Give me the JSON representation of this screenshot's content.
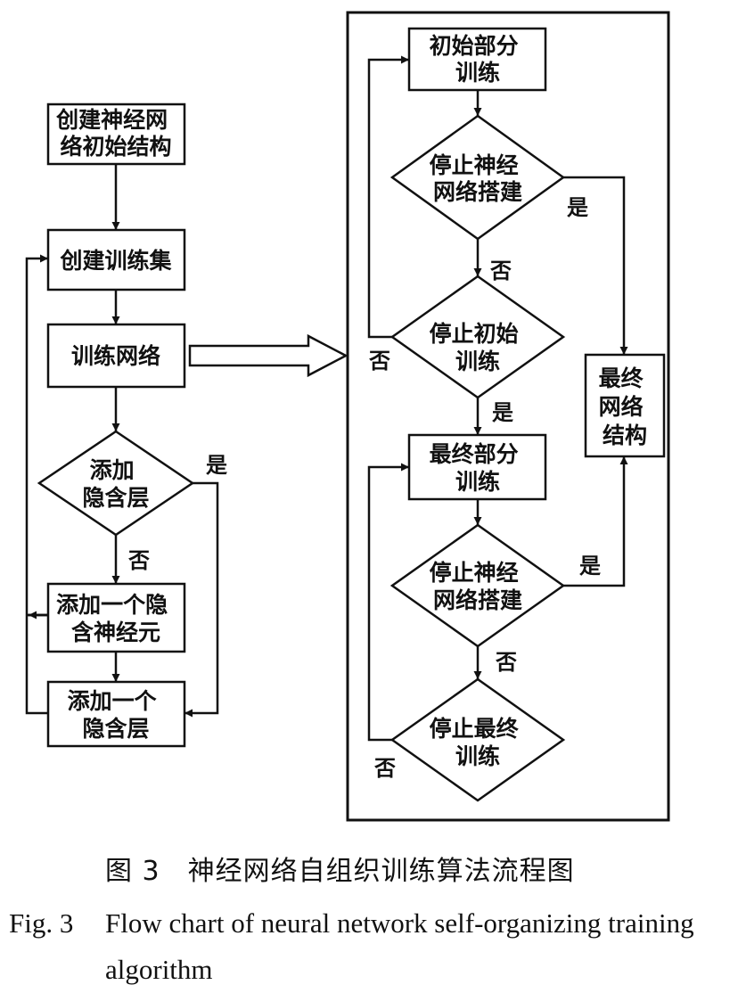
{
  "nodes": {
    "create_initial": [
      "创建神经网",
      "络初始结构"
    ],
    "create_trainset": [
      "创建训练集"
    ],
    "train_network": [
      "训练网络"
    ],
    "add_hidden_layer_q": [
      "添加",
      "隐含层"
    ],
    "add_neuron": [
      "添加一个隐",
      "含神经元"
    ],
    "add_layer": [
      "添加一个",
      "隐含层"
    ],
    "initial_partial_training": [
      "初始部分",
      "训练"
    ],
    "stop_build_q1": [
      "停止神经",
      "网络搭建"
    ],
    "stop_initial_q": [
      "停止初始",
      "训练"
    ],
    "final_partial_training": [
      "最终部分",
      "训练"
    ],
    "stop_build_q2": [
      "停止神经",
      "网络搭建"
    ],
    "stop_final_q": [
      "停止最终",
      "训练"
    ],
    "final_structure": [
      "最终",
      "网络",
      "结构"
    ]
  },
  "labels": {
    "yes": "是",
    "no": "否"
  },
  "caption": {
    "cn": "图 3　神经网络自组织训练算法流程图",
    "en_figno": "Fig. 3",
    "en_line1": "Flow chart of neural network self-organizing training",
    "en_line2": "algorithm"
  }
}
